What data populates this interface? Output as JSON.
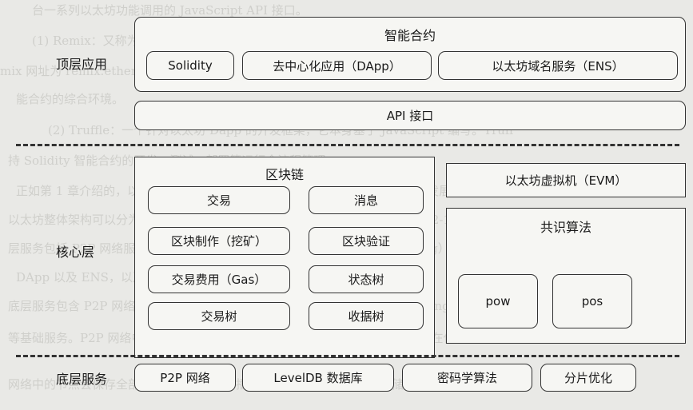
{
  "layers": {
    "top": {
      "label": "顶层应用",
      "smart_contract_title": "智能合约",
      "items": [
        "Solidity",
        "去中心化应用（DApp）",
        "以太坊域名服务（ENS）"
      ],
      "api": "API 接口"
    },
    "core": {
      "label": "核心层",
      "blockchain": {
        "title": "区块链",
        "items": [
          "交易",
          "消息",
          "区块制作（挖矿）",
          "区块验证",
          "交易费用（Gas）",
          "状态树",
          "交易树",
          "收据树"
        ]
      },
      "evm": "以太坊虚拟机（EVM）",
      "consensus": {
        "title": "共识算法",
        "items": [
          "pow",
          "pos"
        ]
      }
    },
    "bottom": {
      "label": "底层服务",
      "items": [
        "P2P 网络",
        "LevelDB 数据库",
        "密码学算法",
        "分片优化"
      ]
    }
  }
}
